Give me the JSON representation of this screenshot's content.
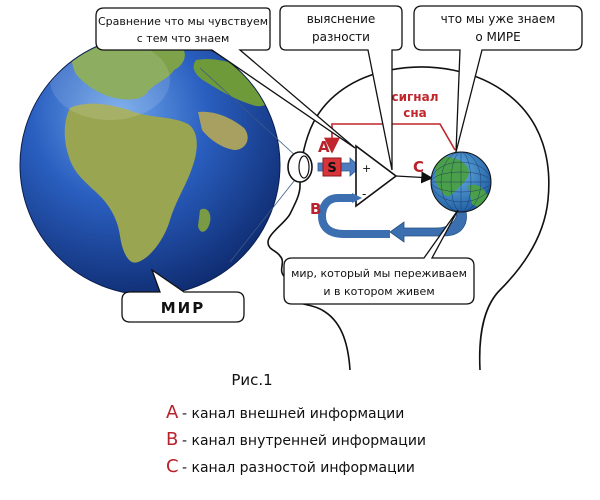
{
  "callouts": {
    "compare": [
      "Сравнение что мы чувствуем",
      "с тем что знаем"
    ],
    "difference": [
      "выяснение",
      "разности"
    ],
    "knowledge": [
      "что мы уже знаем",
      "о МИРЕ"
    ],
    "experience": [
      "мир, который мы переживаем",
      "и в котором живем"
    ],
    "world": "МИР"
  },
  "signal": [
    "сигнал",
    "сна"
  ],
  "channel_letters": {
    "a": "A",
    "b": "B",
    "c": "C",
    "s": "S"
  },
  "comparator_signs": {
    "plus": "+",
    "minus": "-"
  },
  "figure_caption": "Рис.1",
  "legend": [
    {
      "letter": "A",
      "text": "- канал внешней информации"
    },
    {
      "letter": "B",
      "text": "- канал внутренней информации"
    },
    {
      "letter": "C",
      "text": "- канал разностой информации"
    }
  ],
  "colors": {
    "letter_red": "#b8222c",
    "signal_red": "#c0262c",
    "feedback_blue": "#3c6fb0",
    "earth_ocean": "#1f4fa8",
    "earth_land": "#6f9a3a"
  }
}
